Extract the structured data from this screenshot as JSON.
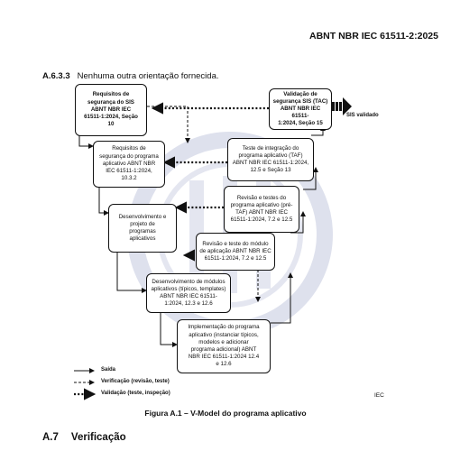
{
  "header": {
    "standard": "ABNT NBR IEC 61511-2:2025"
  },
  "section": {
    "number": "A.6.3.3",
    "text": "Nenhuma outra orientação fornecida."
  },
  "figure": {
    "boxes": {
      "b1": "Requisitos de\nsegurança do SIS\nABNT NBR IEC\n61511-1:2024, Seção\n10",
      "b2": "Requisitos de\nsegurança do programa\naplicativo ABNT NBR\nIEC 61511-1:2024,\n10.3.2",
      "b3": "Desenvolvimento e\nprojeto de\nprogramas\naplicativos",
      "b4": "Desenvolvimento de módulos\naplicativos (típicos, templates)\nABNT NBR IEC 61511-\n1:2024, 12.3 e 12.6",
      "b5": "Implementação do programa\naplicativo (instanciar típicos,\nmodelos e adicionar\nprograma adicional) ABNT\nNBR IEC 61511-1:2024 12.4\ne 12.6",
      "b6": "Revisão e teste do módulo\nde aplicação ABNT NBR IEC\n61511-1:2024, 7.2 e 12.5",
      "b7": "Revisão e testes do\nprograma aplicativo (pré-\nTAF) ABNT NBR IEC\n61511-1:2024, 7.2 e 12.5",
      "b8": "Teste de integração do\nprograma aplicativo (TAF)\nABNT NBR IEC 61511-1:2024,\n12.5 e Seção 13",
      "b9": "Validação de\nsegurança SIS (TAC)\nABNT NBR IEC 61511-\n1:2024, Seção 15"
    },
    "output_label": "SIS validado",
    "legend": {
      "saida": "Saída",
      "verificacao": "Verificação (revisão, teste)",
      "validacao": "Validação (teste, inspeção)"
    },
    "source": "IEC",
    "caption": "Figura A.1 – V-Model do programa aplicativo"
  },
  "next_section": {
    "number": "A.7",
    "title": "Verificação"
  },
  "colors": {
    "watermark": "#c3c8de",
    "ink": "#111111"
  }
}
